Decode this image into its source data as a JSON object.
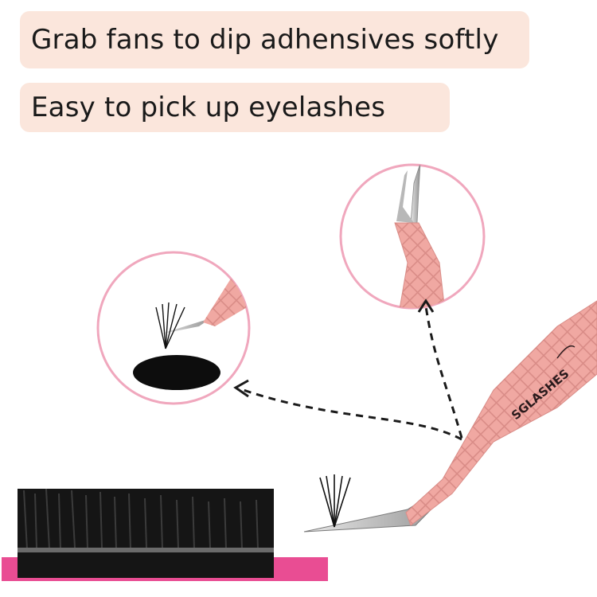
{
  "banners": [
    {
      "text": "Grab fans to dip adhensives softly"
    },
    {
      "text": "Easy to pick up eyelashes"
    }
  ],
  "product": {
    "brand": "SGLASHES",
    "tweezer_color": "#f0a8a2",
    "circle_border_color": "#f0a7bd"
  },
  "icons": [
    "dashed-arrow-left",
    "dashed-arrow-up",
    "zoom-circle",
    "zoom-circle"
  ]
}
